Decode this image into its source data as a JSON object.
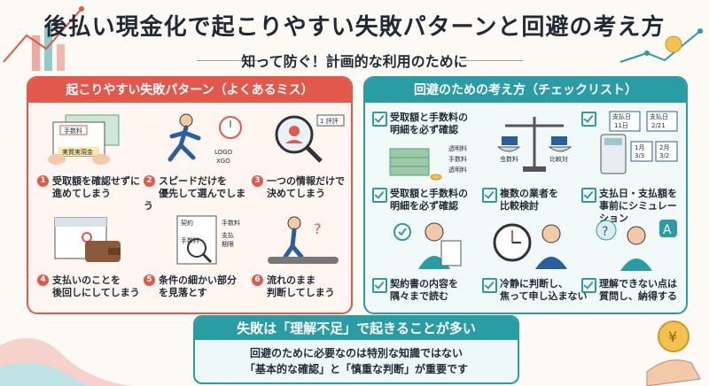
{
  "header": {
    "title": "後払い現金化で起こりやすい失敗パターンと回避の考え方",
    "subtitle": "知って防ぐ！計画的な利用のために"
  },
  "left_panel": {
    "heading": "起こりやすい失敗パターン（よくあるミス）",
    "items": [
      {
        "num": "1",
        "lines": [
          "受取額を確認せずに",
          "進めてしまう"
        ]
      },
      {
        "num": "2",
        "lines": [
          "スピードだけを",
          "優先して選んでしまう"
        ]
      },
      {
        "num": "3",
        "lines": [
          "一つの情報だけで",
          "決めてしまう"
        ]
      },
      {
        "num": "4",
        "lines": [
          "支払いのことを",
          "後回しにしてしまう"
        ]
      },
      {
        "num": "5",
        "lines": [
          "条件の細かい部分",
          "を見落とす"
        ]
      },
      {
        "num": "6",
        "lines": [
          "流れのまま",
          "判断してしまう"
        ]
      }
    ],
    "illus_labels": {
      "fee": "手数料",
      "actual": "実質実現金",
      "logo": "LOGO",
      "xgo": "XGO",
      "rating": "1 評評",
      "contract": "契約",
      "fee2": "手数料",
      "pay": "支払",
      "limit": "期限",
      "contract_fee": "手数料"
    }
  },
  "right_panel": {
    "heading": "回避のための考え方（チェックリスト）",
    "items": [
      {
        "lines": [
          "受取額と手数料の",
          "明細を必ず確認"
        ]
      },
      {
        "lines": [
          "受取額と手数料の",
          "明細を必ず確認"
        ]
      },
      {
        "lines": [
          "複数の業者を",
          "比較検討"
        ]
      },
      {
        "lines": [
          "支払日・支払額を",
          "事前にシミュレーション"
        ]
      },
      {
        "lines": [
          "契約書の内容を",
          "隅々まで読む"
        ]
      },
      {
        "lines": [
          "冷静に判断し、",
          "焦って申し込まない"
        ]
      },
      {
        "lines": [
          "理解できない点は",
          "質問し、納得する"
        ]
      }
    ],
    "illus_labels": {
      "trans1": "透明料",
      "trans2": "手数料",
      "trans3": "透明料",
      "fee_scale": "虫数料",
      "compare": "比較対",
      "cal_pay": "支払日",
      "cal_d1": "11日",
      "cal_pay2": "支払日",
      "cal_d2": "2/21",
      "cal_m1": "1月",
      "cal_m1d": "3/3",
      "cal_m2": "2月",
      "cal_m2d": "3/2",
      "q": "?",
      "a": "A"
    }
  },
  "bottom": {
    "heading": "失敗は「理解不足」で起きることが多い",
    "line1": "回避のために必要なのは特別な知識ではない",
    "line2": "「基本的な確認」と「慎重な判断」が重要です"
  },
  "colors": {
    "red": "#e2584a",
    "teal": "#2a9ca3",
    "dark": "#1f2a36"
  }
}
